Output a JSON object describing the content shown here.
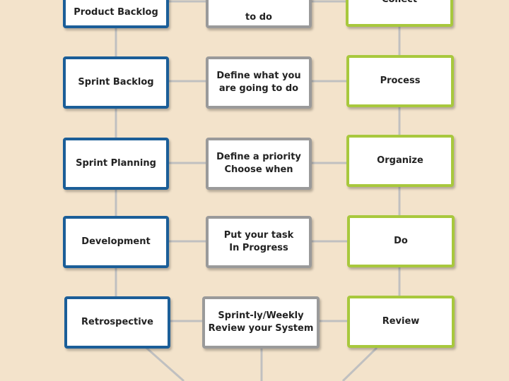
{
  "diagram": {
    "scrum_column": [
      "Product Backlog",
      "Sprint Backlog",
      "Sprint Planning",
      "Development",
      "Retrospective"
    ],
    "action_column": [
      "to do",
      "Define what you\nare going to do",
      "Define a priority\nChoose when",
      "Put your task\nIn Progress",
      "Sprint-ly/Weekly\nReview your System"
    ],
    "gtd_column": [
      "Collect",
      "Process",
      "Organize",
      "Do",
      "Review"
    ]
  },
  "colors": {
    "background": "#f3e3cb",
    "scrum_border": "#1b5e98",
    "action_border": "#9a9a9a",
    "gtd_border": "#a8c83d",
    "connector": "#c0c0c0"
  }
}
